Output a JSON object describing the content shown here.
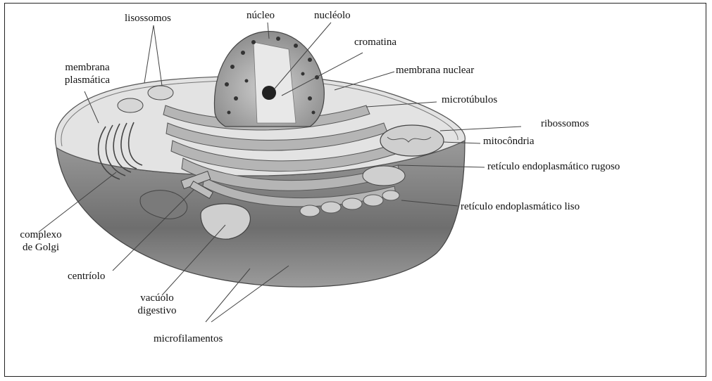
{
  "labels": {
    "lisossomos": "lisossomos",
    "nucleo": "núcleo",
    "nucleolo": "nucléolo",
    "cromatina": "cromatina",
    "membrana_nuclear": "membrana nuclear",
    "membrana_plasmatica_1": "membrana",
    "membrana_plasmatica_2": "plasmática",
    "microtubulos": "microtúbulos",
    "ribossomos": "ribossomos",
    "mitocondria": "mitocôndria",
    "reticulo_rugoso": "retículo endoplasmático rugoso",
    "reticulo_liso": "retículo endoplasmático liso",
    "complexo_golgi_1": "complexo",
    "complexo_golgi_2": "de Golgi",
    "centriolo": "centríolo",
    "vacuolo_1": "vacúolo",
    "vacuolo_2": "digestivo",
    "microfilamentos": "microfilamentos"
  },
  "colors": {
    "ink": "#111111",
    "cell_body": "#8a8a8a",
    "cell_light": "#d8d8d8",
    "membrane": "#5a5a5a"
  }
}
